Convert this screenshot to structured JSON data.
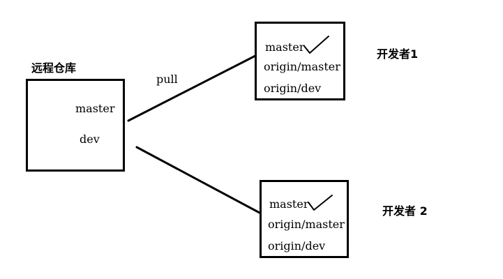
{
  "remote": {
    "title": "远程仓库",
    "branches": [
      "master",
      "dev"
    ]
  },
  "edge_label": "pull",
  "dev1": {
    "title": "开发者1",
    "branches": [
      "master",
      "origin/master",
      "origin/dev"
    ]
  },
  "dev2": {
    "title": "开发者 2",
    "branches": [
      "master",
      "origin/master",
      "origin/dev"
    ]
  },
  "checkmark_icon": "checkmark-icon",
  "colors": {
    "ink": "#000000",
    "background": "#ffffff"
  }
}
